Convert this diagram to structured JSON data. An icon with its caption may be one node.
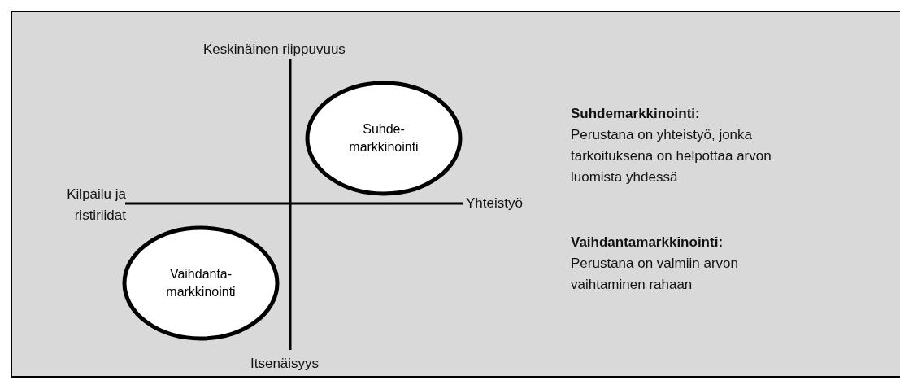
{
  "diagram": {
    "nodes": [
      {
        "text": [
          "Suhde- markkinointi"
        ]
      },
      {
        "text": [
          "Vaihdanta- markkinointi"
        ]
      }
    ],
    "labels": [
      "Keskinäinen riippuvuus",
      "Suhdemarkkinointi:",
      "Perustana on yhteistyö, jonka tarkoituksena on helpottaa arvon luomista yhdessä",
      "Kilpailu ja ristiriidat",
      "Yhteistyö",
      "Vaihdantamarkkinointi:",
      "Perustana on valmiin arvon vaihtaminen rahaan",
      "Itsenäisyys"
    ]
  }
}
